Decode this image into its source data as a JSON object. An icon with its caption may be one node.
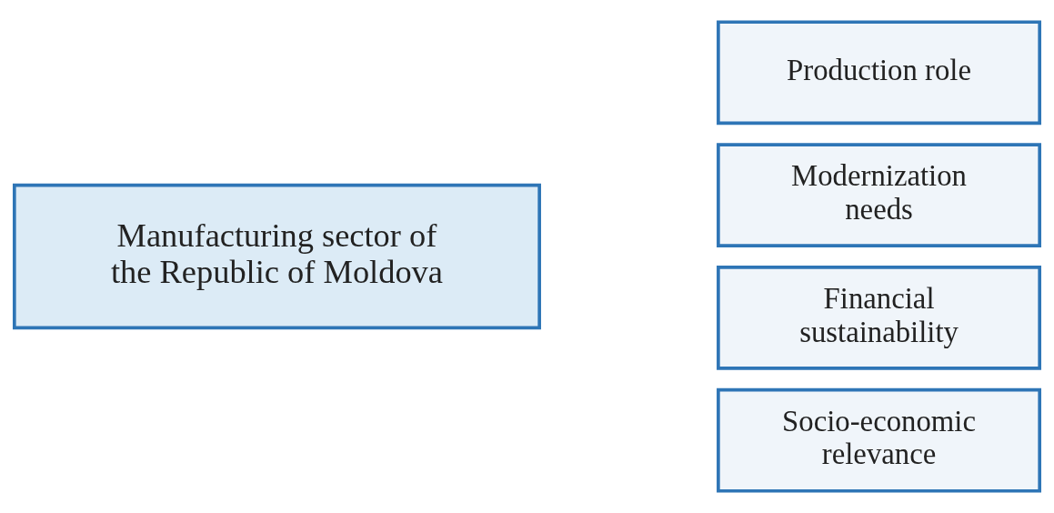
{
  "diagram": {
    "nodes": [
      {
        "text": [
          "Manufacturing sector of the Republic of Moldova"
        ]
      },
      {
        "text": [
          "Production role"
        ]
      },
      {
        "text": [
          "Modernization needs"
        ]
      },
      {
        "text": [
          "Financial sustainability"
        ]
      },
      {
        "text": [
          "Socio-economic relevance"
        ]
      }
    ]
  }
}
